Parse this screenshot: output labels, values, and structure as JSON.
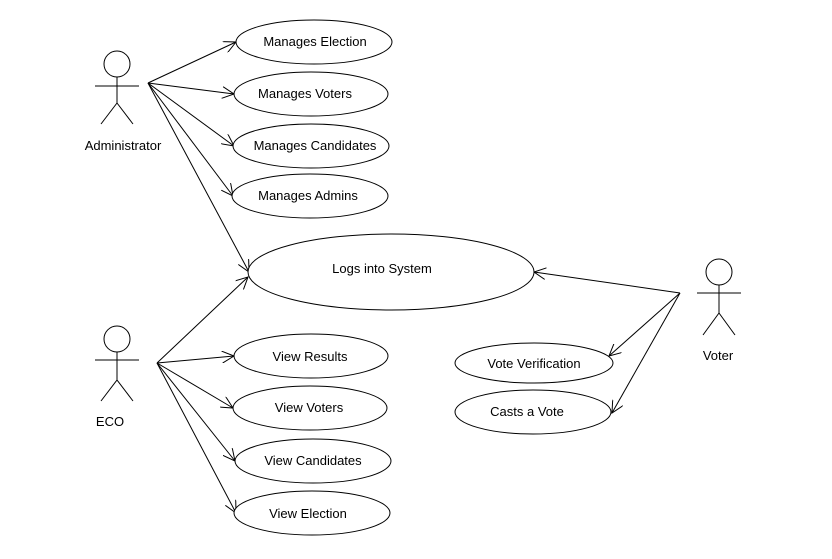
{
  "diagram": {
    "actors": {
      "administrator": {
        "label": "Administrator"
      },
      "eco": {
        "label": "ECO"
      },
      "voter": {
        "label": "Voter"
      }
    },
    "use_cases": {
      "manages_election": "Manages Election",
      "manages_voters": "Manages Voters",
      "manages_candidates": "Manages Candidates",
      "manages_admins": "Manages Admins",
      "logs_into_system": "Logs into System",
      "view_results": "View Results",
      "view_voters": "View Voters",
      "view_candidates": "View Candidates",
      "view_election": "View Election",
      "vote_verification": "Vote Verification",
      "casts_a_vote": "Casts a Vote"
    },
    "associations": [
      {
        "from": "Administrator",
        "to": "Manages Election"
      },
      {
        "from": "Administrator",
        "to": "Manages Voters"
      },
      {
        "from": "Administrator",
        "to": "Manages Candidates"
      },
      {
        "from": "Administrator",
        "to": "Manages Admins"
      },
      {
        "from": "Administrator",
        "to": "Logs into System"
      },
      {
        "from": "ECO",
        "to": "Logs into System"
      },
      {
        "from": "ECO",
        "to": "View Results"
      },
      {
        "from": "ECO",
        "to": "View Voters"
      },
      {
        "from": "ECO",
        "to": "View Candidates"
      },
      {
        "from": "ECO",
        "to": "View Election"
      },
      {
        "from": "Voter",
        "to": "Logs into System"
      },
      {
        "from": "Voter",
        "to": "Vote Verification"
      },
      {
        "from": "Voter",
        "to": "Casts a Vote"
      }
    ]
  }
}
